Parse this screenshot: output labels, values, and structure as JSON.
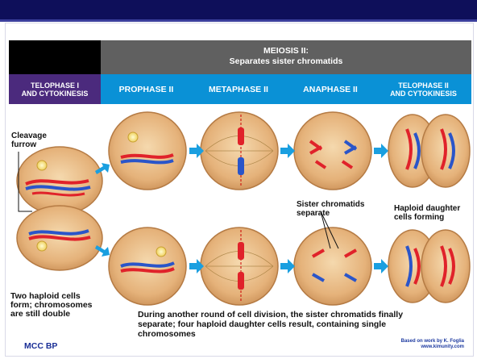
{
  "header": {
    "title_line1": "MEIOSIS II:",
    "title_line2": "Separates sister chromatids"
  },
  "stages": [
    {
      "line1": "TELOPHASE I",
      "line2": "AND CYTOKINESIS"
    },
    {
      "line1": "PROPHASE II",
      "line2": ""
    },
    {
      "line1": "METAPHASE II",
      "line2": ""
    },
    {
      "line1": "ANAPHASE II",
      "line2": ""
    },
    {
      "line1": "TELOPHASE II",
      "line2": "AND CYTOKINESIS"
    }
  ],
  "labels": {
    "cleavage_line1": "Cleavage",
    "cleavage_line2": "furrow",
    "sister_line1": "Sister chromatids",
    "sister_line2": "separate",
    "haploid_forming_line1": "Haploid daughter",
    "haploid_forming_line2": "cells forming",
    "two_cells_line1": "Two haploid cells",
    "two_cells_line2": "form; chromosomes",
    "two_cells_line3": "are still double",
    "caption_line1": "During another round of cell division, the sister chromatids finally",
    "caption_line2": "separate; four haploid daughter cells result, containing single",
    "caption_line3": "chromosomes"
  },
  "footer": {
    "left": "MCC BP",
    "credit_line1": "Based on work by K. Foglia",
    "credit_line2": "www.kimunity.com"
  },
  "colors": {
    "title_bar": "#0e0f5a",
    "stage_purple": "#4b2a7d",
    "stage_blue": "#0a91d6",
    "cell_fill": "#e6b57e",
    "arrow": "#1a9fe0",
    "chromosome_red": "#e0222a",
    "chromosome_blue": "#2a55c9"
  }
}
